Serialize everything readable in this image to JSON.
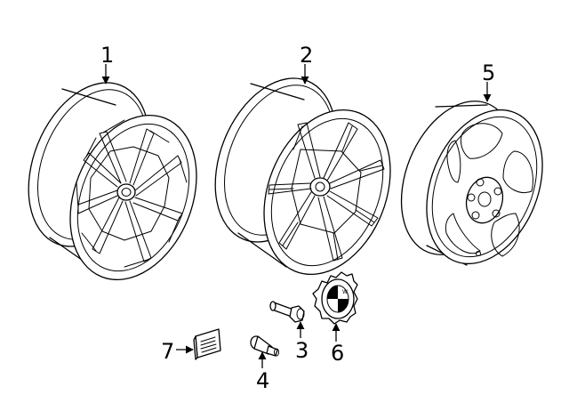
{
  "callouts": {
    "c1": "1",
    "c2": "2",
    "c3": "3",
    "c4": "4",
    "c5": "5",
    "c6": "6",
    "c7": "7"
  },
  "colors": {
    "line": "#000000",
    "background": "#ffffff"
  },
  "icons": {
    "wheel_1": "alloy-wheel-multispoke-icon",
    "wheel_2": "alloy-wheel-double-spoke-icon",
    "wheel_5": "spare-wheel-icon",
    "bolt_3": "wheel-bolt-icon",
    "valve_4": "tire-valve-icon",
    "cap_6": "hub-cap-emblem-icon",
    "weight_7": "balance-weight-icon"
  }
}
